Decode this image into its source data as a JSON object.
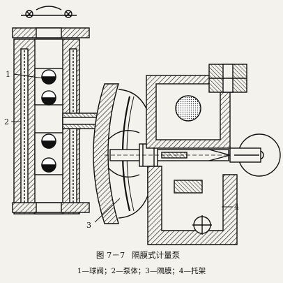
{
  "figure": {
    "number": "图 7－7",
    "title": "隔膜式计量泵",
    "legend": "1—球阀；2—泵体；3—隔膜；4—托架"
  },
  "callouts": {
    "c1": "1",
    "c2": "2",
    "c3": "3",
    "c4": "4"
  }
}
